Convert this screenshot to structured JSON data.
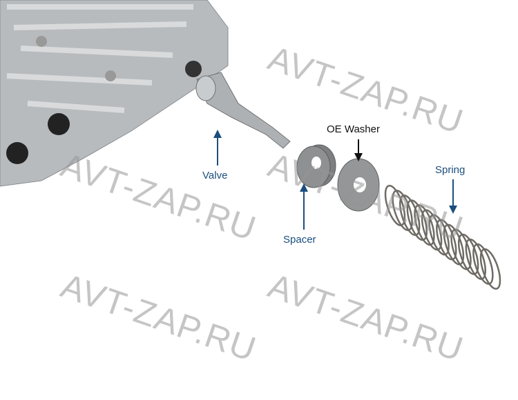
{
  "labels": {
    "valve": "Valve",
    "spacer": "Spacer",
    "oe_washer": "OE Washer",
    "spring": "Spring"
  },
  "watermark": "AVT-ZAP.RU",
  "colors": {
    "label_blue": "#1b4e7e",
    "label_black": "#111111",
    "metal": "#b9bcbf"
  }
}
